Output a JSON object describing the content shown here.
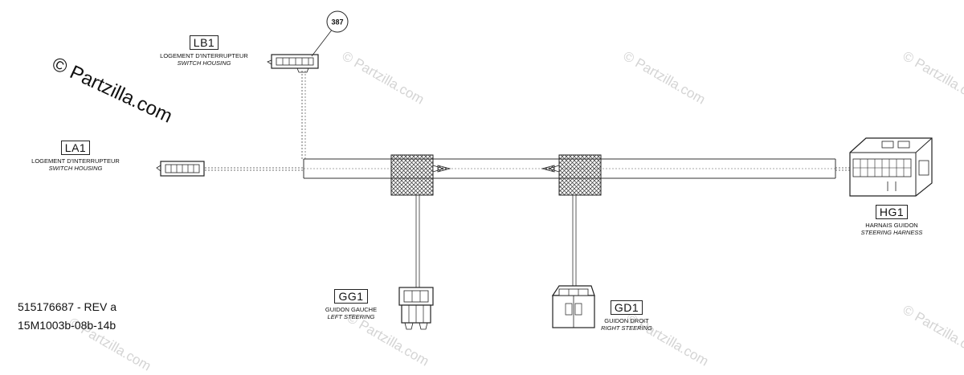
{
  "watermark": {
    "main": "© Partzilla.com",
    "faint": "© Partzilla.com"
  },
  "callout": {
    "number": "387"
  },
  "connectors": {
    "lb1": {
      "code": "LB1",
      "label_fr": "LOGEMENT D'INTERRUPTEUR",
      "label_en": "SWITCH HOUSING"
    },
    "la1": {
      "code": "LA1",
      "label_fr": "LOGEMENT D'INTERRUPTEUR",
      "label_en": "SWITCH HOUSING"
    },
    "hg1": {
      "code": "HG1",
      "label_fr": "HARNAIS GUIDON",
      "label_en": "STEERING HARNESS"
    },
    "gg1": {
      "code": "GG1",
      "label_fr": "GUIDON GAUCHE",
      "label_en": "LEFT STEERING"
    },
    "gd1": {
      "code": "GD1",
      "label_fr": "GUIDON DROIT",
      "label_en": "RIGHT STEERING"
    }
  },
  "document": {
    "part_rev": "515176687 - REV a",
    "drawing_id": "15M1003b-08b-14b"
  }
}
